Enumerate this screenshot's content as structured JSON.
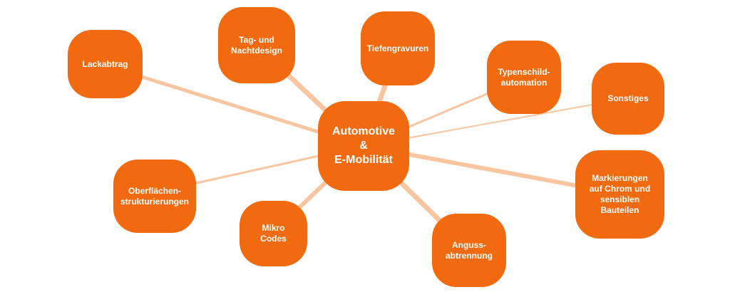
{
  "colors": {
    "node": "#f26a10",
    "link": "#f7c5a0",
    "text": "#ffffff",
    "background": "#ffffff"
  },
  "hub": {
    "label": "Automotive\n&\nE-Mobilität"
  },
  "nodes": [
    {
      "id": "lackabtrag",
      "label": "Lackabtrag"
    },
    {
      "id": "tag-nacht",
      "label": "Tag- und\nNachtdesign"
    },
    {
      "id": "tiefengravuren",
      "label": "Tiefengravuren"
    },
    {
      "id": "typenschild",
      "label": "Typenschild-\nautomation"
    },
    {
      "id": "sonstiges",
      "label": "Sonstiges"
    },
    {
      "id": "markierungen",
      "label": "Markierungen\nauf Chrom und\nsensiblen\nBauteilen"
    },
    {
      "id": "anguss",
      "label": "Anguss-\nabtrennung"
    },
    {
      "id": "mikro",
      "label": "Mikro\nCodes"
    },
    {
      "id": "oberflaechen",
      "label": "Oberflächen-\nstrukturierungen"
    }
  ]
}
